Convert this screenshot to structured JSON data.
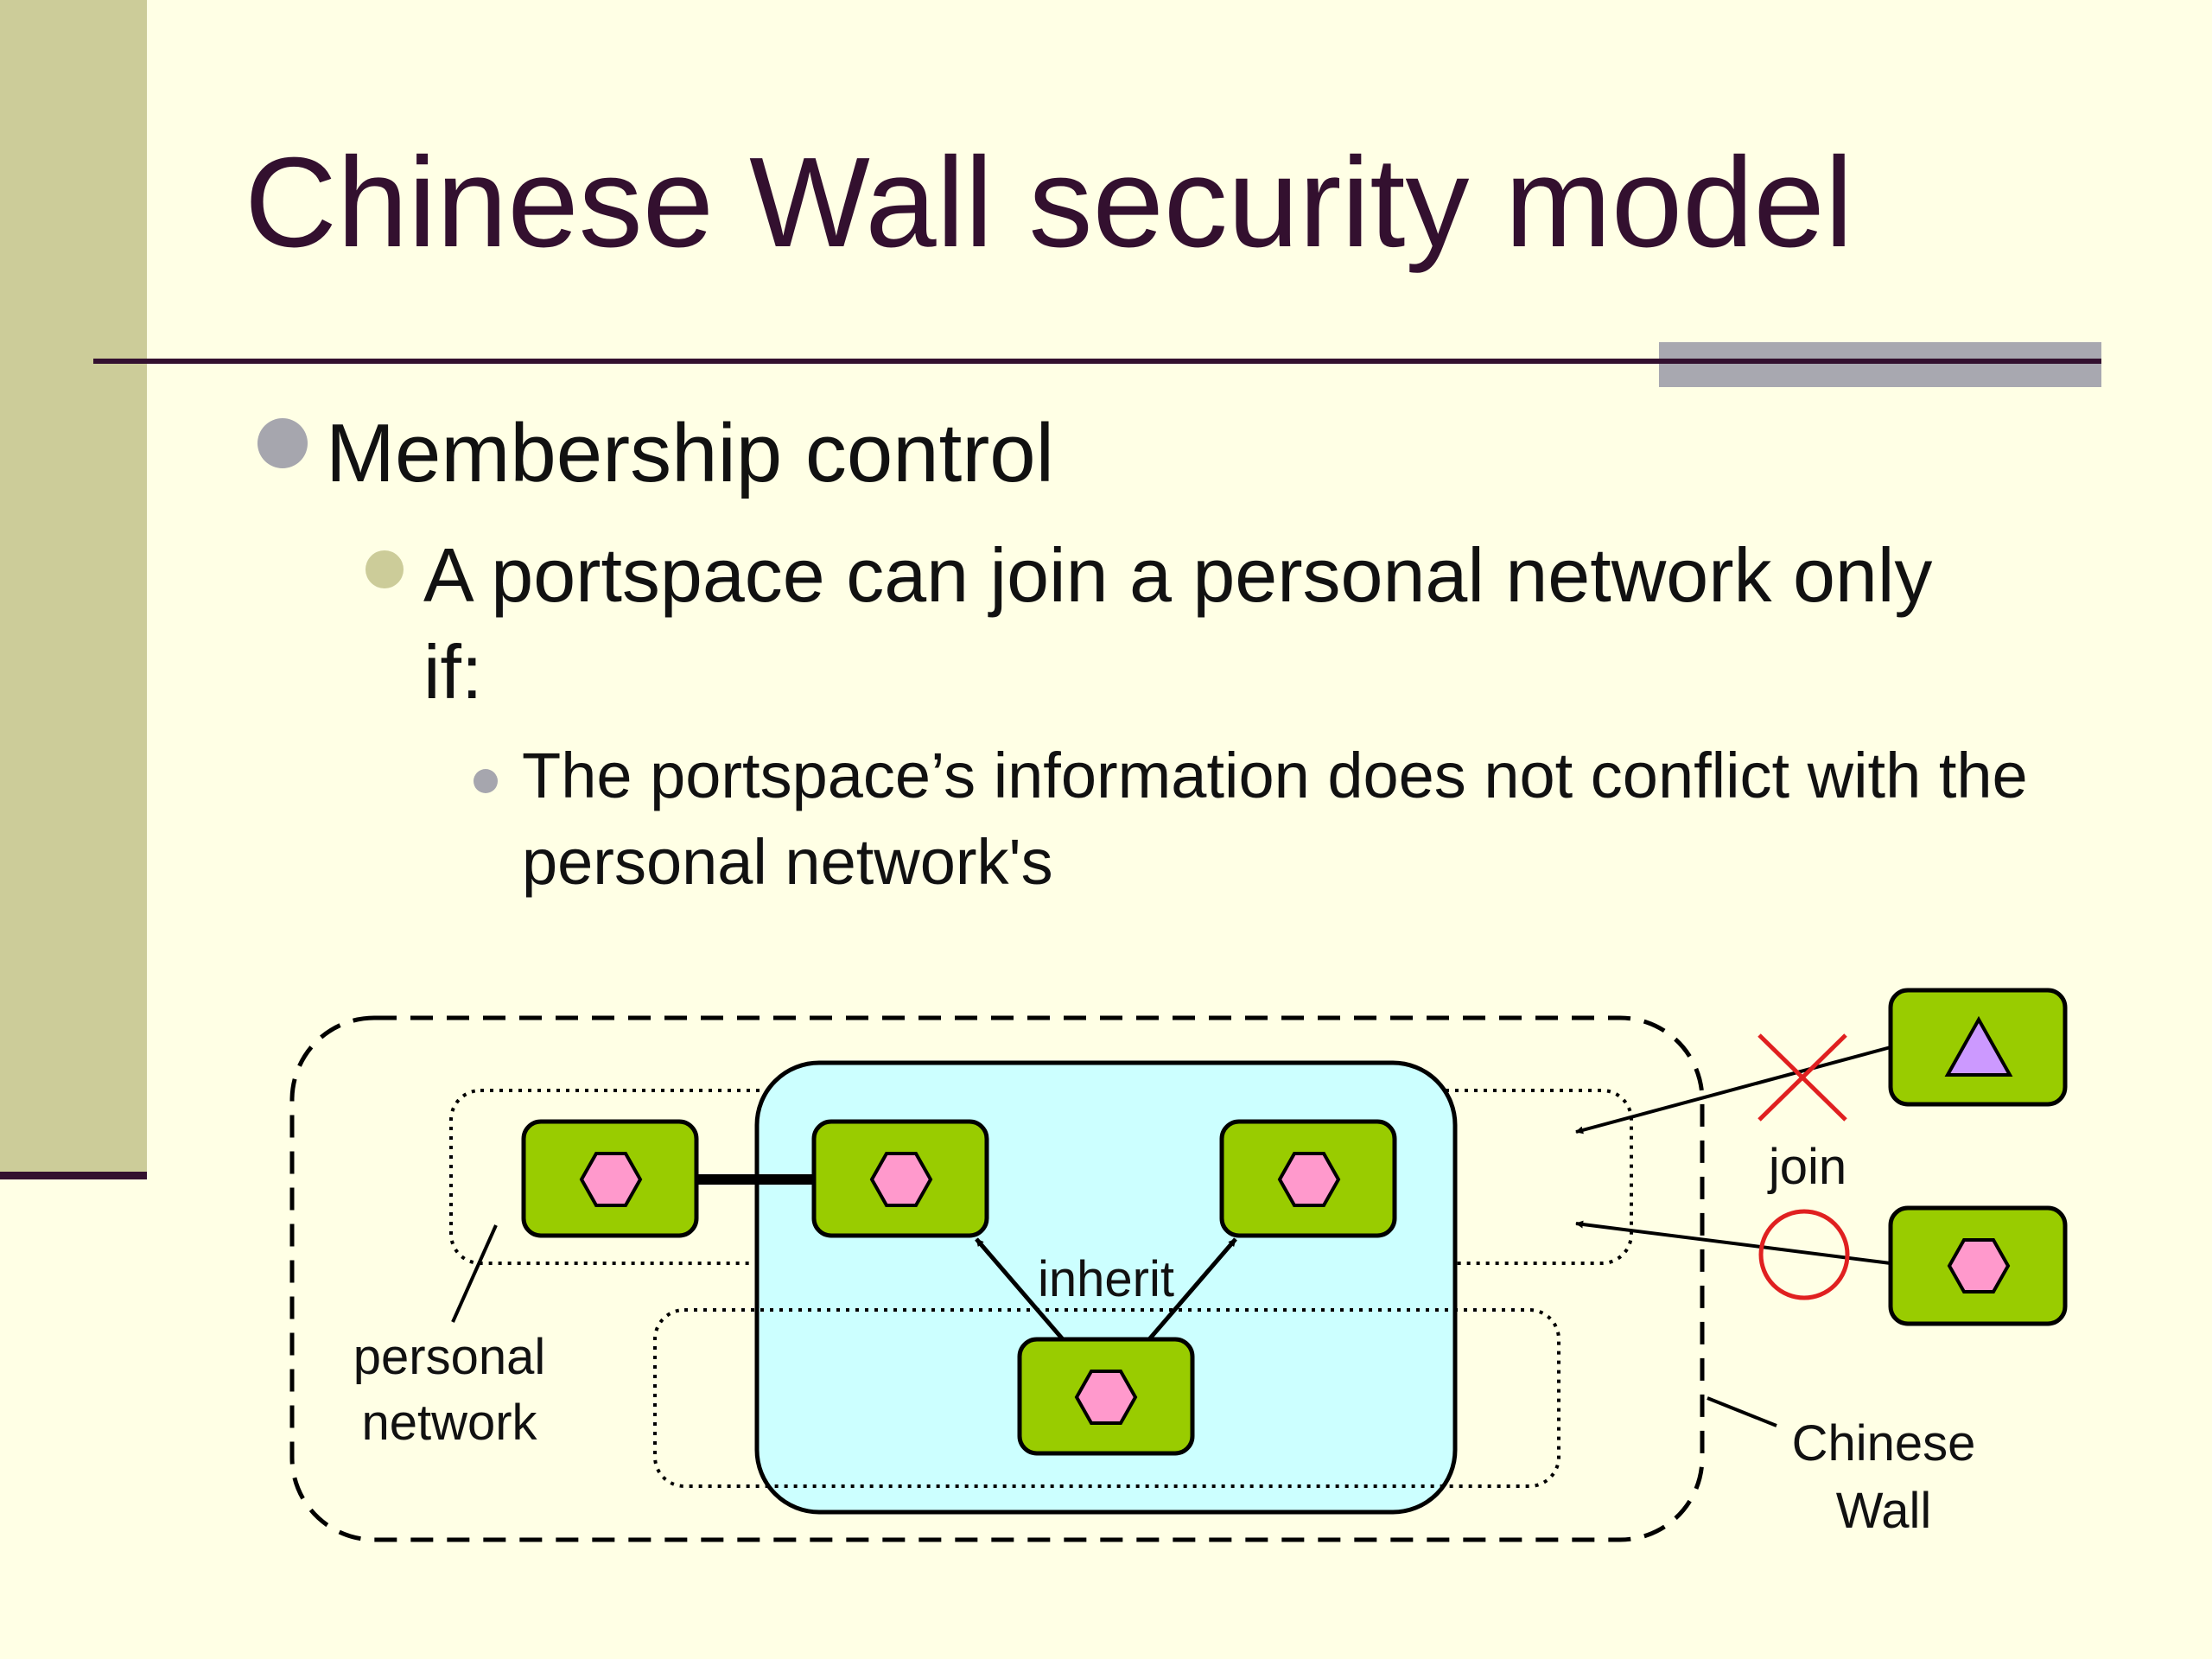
{
  "title": "Chinese Wall security model",
  "bullets": {
    "level1": "Membership control",
    "level2": "A portspace can join a personal network only if:",
    "level3": "The portspace’s information does not conflict with the personal network's"
  },
  "diagram": {
    "labels": {
      "inherit": "inherit",
      "join": "join",
      "personal_network": [
        "personal",
        "network"
      ],
      "chinese_wall": [
        "Chinese",
        "Wall"
      ]
    },
    "colors": {
      "node_fill": "#99cc00",
      "hexagon_fill": "#ff99cc",
      "triangle_fill": "#cc99ff",
      "wall_region_fill": "#ccffff",
      "reject_mark": "#e02020",
      "accept_mark": "#e02020"
    },
    "icons": {
      "reject": "x-mark-icon",
      "accept": "circle-mark-icon",
      "portspace_same": "hexagon-icon",
      "portspace_conflict": "triangle-icon"
    }
  }
}
